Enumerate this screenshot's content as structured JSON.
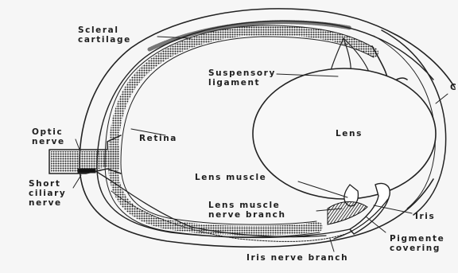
{
  "diagram": {
    "labels": {
      "scleral_cartilage": "Scleral\ncartilage",
      "suspensory_ligament": "Suspensory\nligament",
      "cornea_partial": "C",
      "optic_nerve": "Optic\nnerve",
      "retina": "Retina",
      "lens": "Lens",
      "short_ciliary_nerve": "Short\nciliary\nnerve",
      "lens_muscle": "Lens muscle",
      "lens_muscle_nerve_branch": "Lens muscle\nnerve branch",
      "iris": "Iris",
      "pigmented_covering": "Pigmente\ncovering",
      "iris_nerve_branch": "Iris nerve branch"
    }
  }
}
